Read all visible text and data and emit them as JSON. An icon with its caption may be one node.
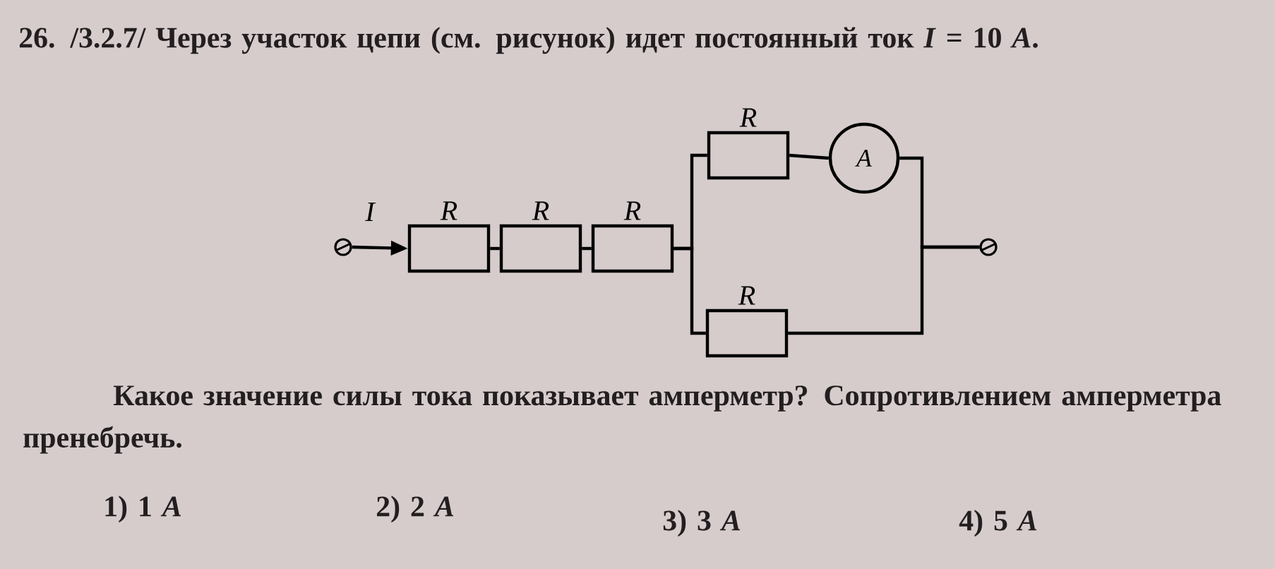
{
  "diagram": {
    "nodes": [
      {
        "text": [],
        "shape": "circle"
      },
      {
        "text": [
          "*R*"
        ]
      },
      {
        "text": [
          "*R*"
        ]
      },
      {
        "text": [
          "*R*"
        ]
      },
      {
        "text": [
          "*R*"
        ]
      },
      {
        "text": [
          "*A*"
        ]
      },
      {
        "text": [
          "*R*"
        ]
      },
      {
        "text": [],
        "shape": "circle"
      }
    ],
    "edges": [
      {
        "from": 0,
        "to": 1,
        "arrow": "to",
        "label": "*I*"
      },
      {
        "from": 1,
        "to": 2,
        "arrow": "none"
      },
      {
        "from": 2,
        "to": 3,
        "arrow": "none"
      },
      {
        "from": 3,
        "to": 4,
        "arrow": "none"
      },
      {
        "from": 3,
        "to": 6,
        "arrow": "none"
      },
      {
        "from": 4,
        "to": 5,
        "arrow": "none"
      },
      {
        "from": 5,
        "to": 7,
        "arrow": "none"
      },
      {
        "from": 6,
        "to": 7,
        "arrow": "none"
      }
    ],
    "labels": [
      "26. /3.2.7/ Через участок цепи (см. рисунок) идет постоянный ток *I* = 10 *A*.",
      "Какое значение силы тока показывает амперметр? Сопротивлением амперметра пренебречь.",
      "1) 1 *A*",
      "2) 2 *A*",
      "3) 3 *A*",
      "4) 5 *A*"
    ]
  }
}
